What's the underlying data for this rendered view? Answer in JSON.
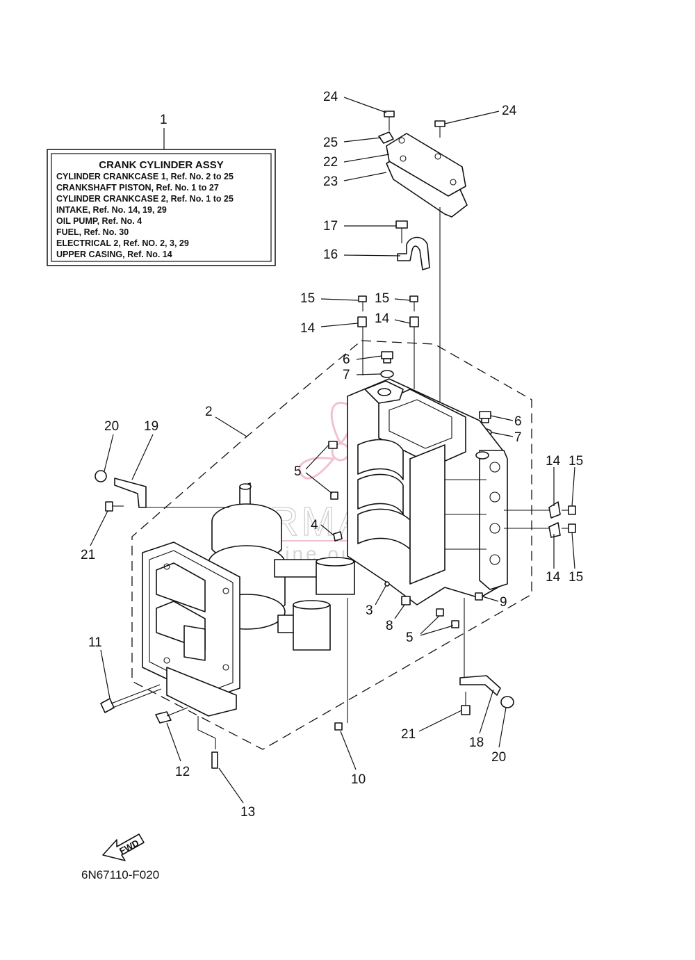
{
  "diagram": {
    "drawing_code": "6N67110-F020",
    "fwd_label": "FWD",
    "watermark": {
      "brand": "ARMADA",
      "tagline": "marine outboards",
      "color": "#e78fb0"
    }
  },
  "legend_box": {
    "ref": "1",
    "title": "CRANK CYLINDER ASSY",
    "lines": [
      "CYLINDER CRANKCASE 1,  Ref. No. 2 to  25",
      "CRANKSHAFT PISTON,  Ref. No. 1 to  27",
      "CYLINDER CRANKCASE 2,  Ref. No. 1 to  25",
      "INTAKE,  Ref. No. 14, 19,  29",
      "OIL PUMP,  Ref. No. 4",
      "FUEL,  Ref. No. 30",
      "ELECTRICAL 2,  Ref. NO. 2, 3,  29",
      "UPPER CASING,  Ref. No. 14"
    ]
  },
  "callouts": {
    "c24a": "24",
    "c24b": "24",
    "c25": "25",
    "c22": "22",
    "c23": "23",
    "c17": "17",
    "c16": "16",
    "c15a": "15",
    "c15b": "15",
    "c14a": "14",
    "c14b": "14",
    "c6a": "6",
    "c7a": "7",
    "c6b": "6",
    "c7b": "7",
    "c2": "2",
    "c20a": "20",
    "c19": "19",
    "c5a": "5",
    "c4": "4",
    "c21a": "21",
    "c14c": "14",
    "c15c": "15",
    "c14d": "14",
    "c15d": "15",
    "c9": "9",
    "c3": "3",
    "c8": "8",
    "c5b": "5",
    "c11": "11",
    "c12": "12",
    "c13": "13",
    "c10": "10",
    "c21b": "21",
    "c18": "18",
    "c20b": "20"
  }
}
